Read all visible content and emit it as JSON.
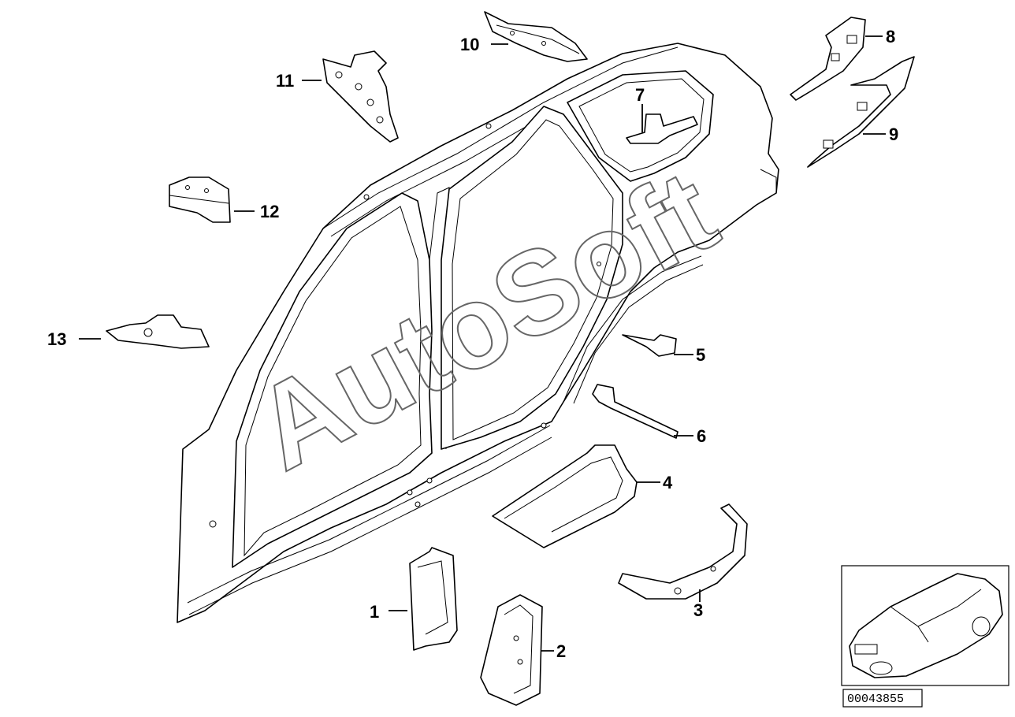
{
  "watermark": "AutoSoft",
  "callouts": [
    "1",
    "2",
    "3",
    "4",
    "5",
    "6",
    "7",
    "8",
    "9",
    "10",
    "11",
    "12",
    "13"
  ],
  "document_id": "00043855"
}
